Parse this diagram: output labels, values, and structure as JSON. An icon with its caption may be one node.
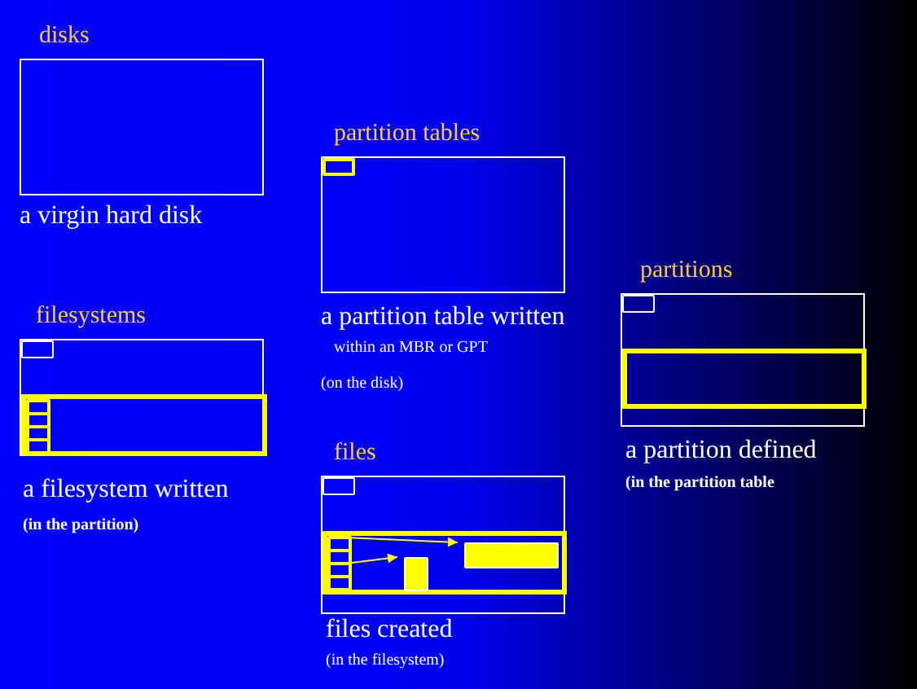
{
  "diagram": {
    "nodes": [
      {
        "text": [
          "disks"
        ],
        "beside": [
          "a virgin hard disk"
        ]
      },
      {
        "text": [
          "partition tables"
        ],
        "beside": [
          "a partition table written",
          "within an MBR or GPT",
          "(on the disk)"
        ]
      },
      {
        "text": [],
        "shape": "box",
        "in": 1
      },
      {
        "text": [
          "partitions"
        ],
        "beside": [
          "a partition defined",
          "(in the partition table"
        ]
      },
      {
        "text": [],
        "shape": "box",
        "in": 3
      },
      {
        "text": [],
        "shape": "bar",
        "in": 3
      },
      {
        "text": [
          "filesystems"
        ],
        "beside": [
          "a filesystem written",
          "(in the partition)"
        ]
      },
      {
        "text": [],
        "shape": "box",
        "in": 6
      },
      {
        "text": [],
        "shape": "bar",
        "in": 6
      },
      {
        "text": [],
        "shape": "box",
        "in": 8
      },
      {
        "text": [],
        "shape": "box",
        "in": 8
      },
      {
        "text": [],
        "shape": "box",
        "in": 8
      },
      {
        "text": [],
        "shape": "box",
        "in": 8
      },
      {
        "text": [
          "files"
        ],
        "beside": [
          "files created",
          "(in the filesystem)"
        ]
      },
      {
        "text": [],
        "shape": "box",
        "in": 13
      },
      {
        "text": [],
        "shape": "bar",
        "in": 13
      },
      {
        "text": [],
        "shape": "box",
        "in": 15
      },
      {
        "text": [],
        "shape": "box",
        "in": 15
      },
      {
        "text": [],
        "shape": "box",
        "in": 15
      },
      {
        "text": [],
        "shape": "box",
        "in": 15
      },
      {
        "text": [],
        "shape": "box",
        "in": 15
      },
      {
        "text": [],
        "shape": "box",
        "in": 15
      }
    ],
    "edges": [
      {
        "from": 16,
        "to": 20,
        "arrow": "to"
      },
      {
        "from": 18,
        "to": 21,
        "arrow": "to"
      }
    ]
  }
}
